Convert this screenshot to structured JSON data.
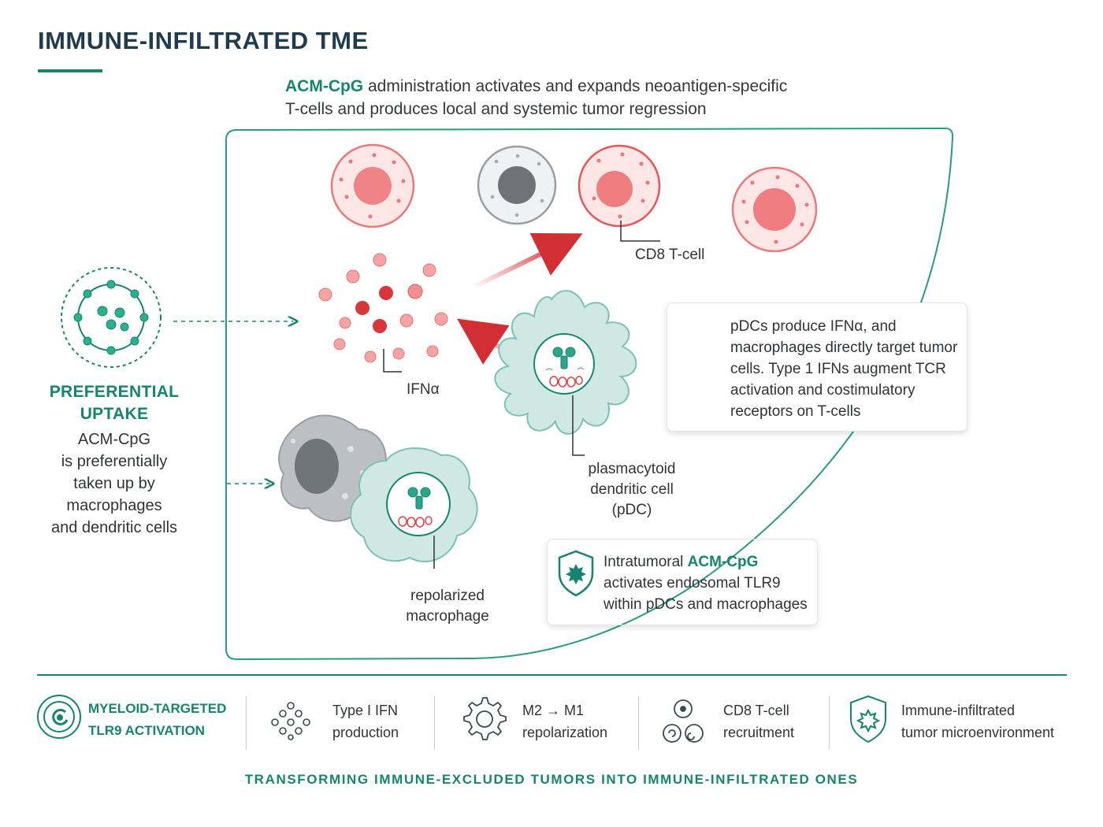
{
  "header": {
    "title": "IMMUNE-INFILTRATED TME",
    "subtitle_accent": "ACM-CpG",
    "subtitle_rest_1": " administration activates and expands neoantigen-specific",
    "subtitle_rest_2": "T-cells and produces local and systemic tumor regression"
  },
  "left": {
    "heading_1": "PREFERENTIAL",
    "heading_2": "UPTAKE",
    "body": [
      "ACM-CpG",
      "is preferentially",
      "taken up by",
      "macrophages",
      "and dendritic cells"
    ]
  },
  "labels": {
    "cd8": "CD8 T-cell",
    "ifn": "IFNα",
    "pdc": [
      "plasmacytoid",
      "dendritic cell",
      "(pDC)"
    ],
    "macrophage": [
      "repolarized",
      "macrophage"
    ]
  },
  "card_pdc": {
    "lines": [
      "pDCs produce IFNα, and",
      "macrophages directly target tumor",
      "cells. Type 1 IFNs augment TCR",
      "activation and costimulatory",
      "receptors on T-cells"
    ]
  },
  "card_tlr": {
    "line1_pre": "Intratumoral ",
    "line1_accent": "ACM-CpG",
    "line2": "activates endosomal TLR9",
    "line3": "within pDCs and macrophages"
  },
  "footer": {
    "items": [
      {
        "line1": "MYELOID-TARGETED",
        "line2": "TLR9 ACTIVATION",
        "icon": "target-swirl-icon"
      },
      {
        "line1": "Type I IFN",
        "line2": "production",
        "icon": "dots-icon"
      },
      {
        "line1": "M2 → M1",
        "line2": "repolarization",
        "icon": "gear-icon"
      },
      {
        "line1": "CD8 T-cell",
        "line2": "recruitment",
        "icon": "cells-icon"
      },
      {
        "line1": "Immune-infiltrated",
        "line2": "tumor microenvironment",
        "icon": "shield-icon"
      }
    ],
    "tagline": "TRANSFORMING IMMUNE-EXCLUDED TUMORS INTO IMMUNE-INFILTRATED ONES"
  },
  "colors": {
    "accent": "#16856d",
    "tcell_red": "#e4585b",
    "ifn_red": "#d9363b",
    "cell_teal": "#cfe8e3",
    "cell_gray": "#9a9ea3"
  }
}
